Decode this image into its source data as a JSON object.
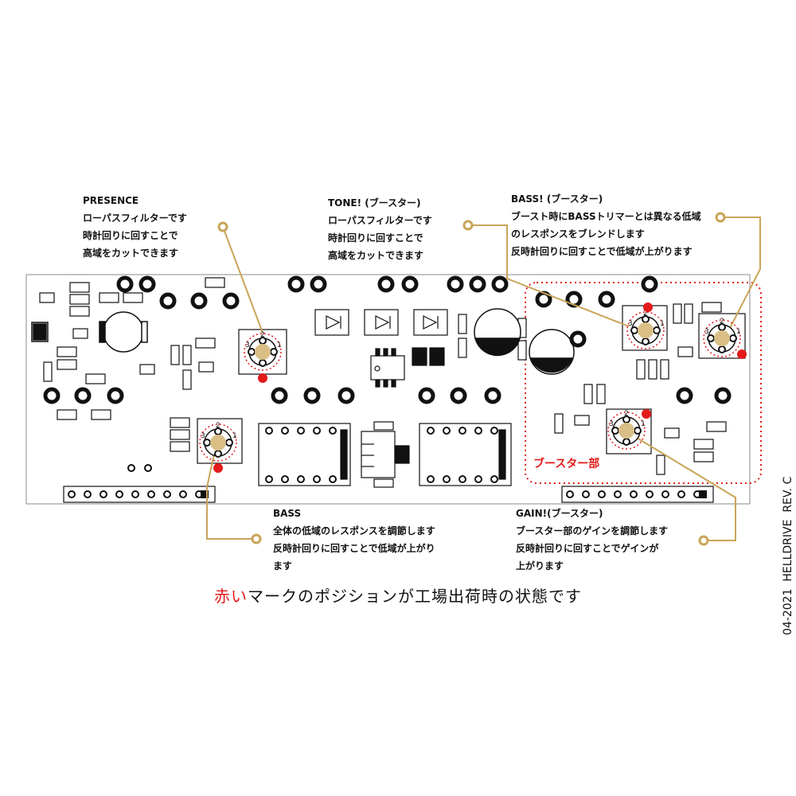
{
  "labels": {
    "presence": {
      "title": "PRESENCE",
      "lines": [
        "ローパスフィルターです",
        "時計回りに回すことで",
        "高域をカットできます"
      ]
    },
    "tone": {
      "title": "TONE! (ブースター)",
      "lines": [
        "ローパスフィルターです",
        "時計回りに回すことで",
        "高域をカットできます"
      ]
    },
    "bass_booster": {
      "title": "BASS! (ブースター)",
      "lines": [
        "ブースト時にBASSトリマーとは異なる低域",
        "のレスポンスをブレンドします",
        "反時計回りに回すことで低域が上がります"
      ]
    },
    "bass": {
      "title": "BASS",
      "lines": [
        "全体の低域のレスポンスを調節します",
        "反時計回りに回すことで低域が上がり",
        "ます"
      ]
    },
    "gain": {
      "title": "GAIN!(ブースター)",
      "lines": [
        "ブースター部のゲインを調節します",
        "反時計回りに回すことでゲインが",
        "上がります"
      ]
    }
  },
  "booster_section_label": "ブースター部",
  "footer": {
    "red_part": "赤い",
    "rest": "マークのポジションが工場出荷時の状態です"
  },
  "side_text": "04-2021  HELLDRIVE  REV. C",
  "trimmer_numbers": [
    "1",
    "2",
    "3"
  ],
  "colors": {
    "leader": "#c9a458",
    "marker": "#e31b1b",
    "pad": "#d9bf86",
    "ink": "#111111"
  }
}
